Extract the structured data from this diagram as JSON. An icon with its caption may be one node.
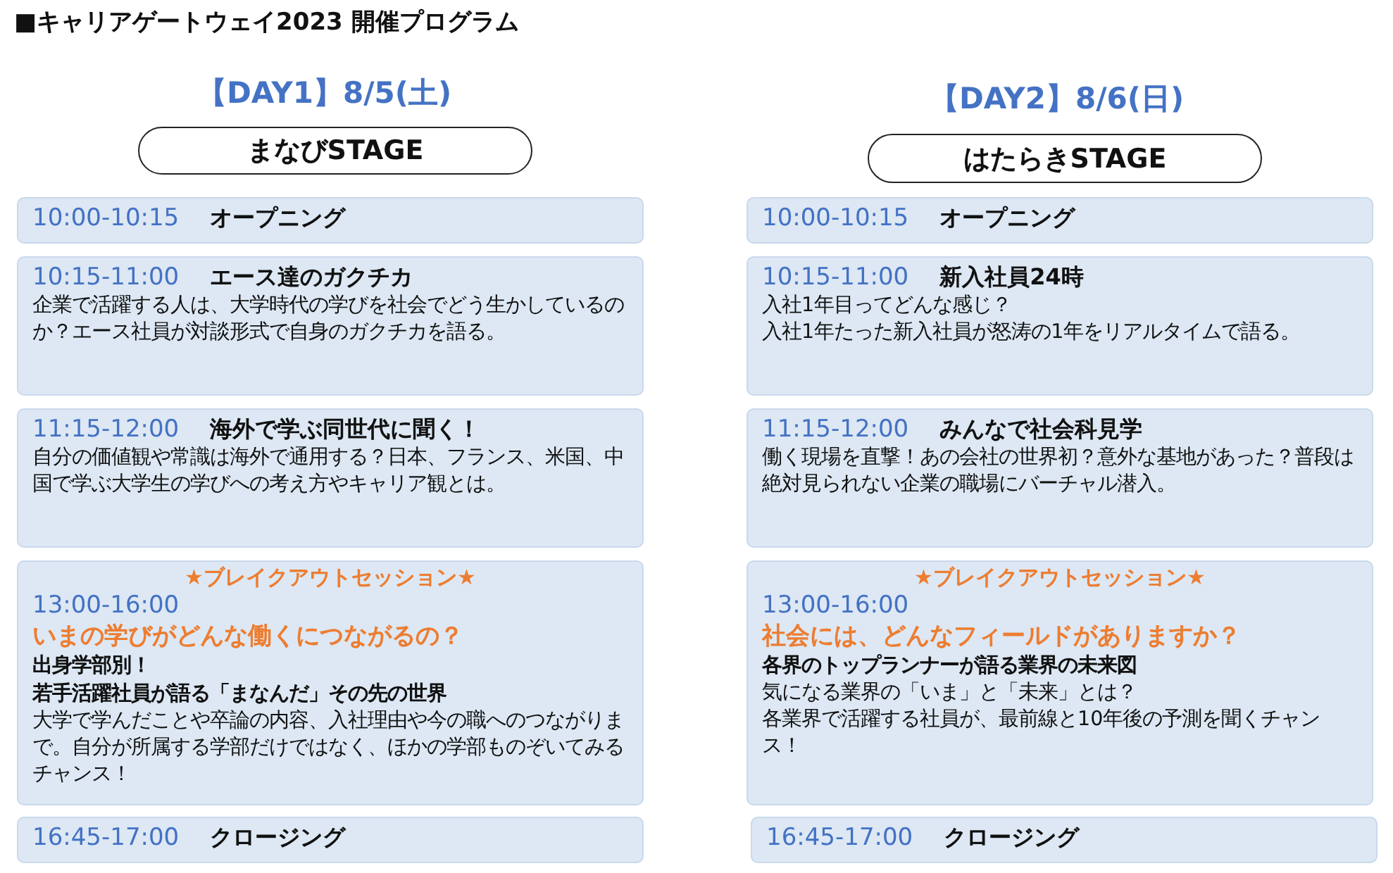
{
  "diagram": {
    "title": "■キャリアゲートウェイ2023 開催プログラム",
    "nodes": [
      {
        "text": [
          "まなびSTAGE"
        ]
      },
      {
        "text": [
          "10:00-10:15",
          "オープニング"
        ]
      },
      {
        "text": [
          "10:15-11:00",
          "エース達のガクチカ",
          "企業で活躍する人は、大学時代の学びを社会でどう生かしているのか？エース社員が対談形式で自身のガクチカを語る。"
        ]
      },
      {
        "text": [
          "11:15-12:00",
          "海外で学ぶ同世代に聞く！",
          "自分の価値観や常識は海外で通用する？日本、フランス、米国、中国で学ぶ大学生の学びへの考え方やキャリア観とは。"
        ]
      },
      {
        "text": [
          "★ブレイクアウトセッション★",
          "13:00-16:00",
          "いまの学びがどんな働くにつながるの？",
          "出身学部別！",
          "若手活躍社員が語る「まなんだ」その先の世界",
          "大学で学んだことや卒論の内容、入社理由や今の職へのつながりまで。自分が所属する学部だけではなく、ほかの学部ものぞいてみるチャンス！"
        ]
      },
      {
        "text": [
          "16:45-17:00",
          "クロージング"
        ]
      },
      {
        "text": [
          "はたらきSTAGE"
        ]
      },
      {
        "text": [
          "10:00-10:15",
          "オープニング"
        ]
      },
      {
        "text": [
          "10:15-11:00",
          "新入社員24時",
          "入社1年目ってどんな感じ？",
          "入社1年たった新入社員が怒涛の1年をリアルタイムで語る。"
        ]
      },
      {
        "text": [
          "11:15-12:00",
          "みんなで社会科見学",
          "働く現場を直撃！あの会社の世界初？意外な基地があった？普段は絶対見られない企業の職場にバーチャル潜入。"
        ]
      },
      {
        "text": [
          "★ブレイクアウトセッション★",
          "13:00-16:00",
          "社会には、どんなフィールドがありますか？",
          "各界のトップランナーが語る業界の未来図",
          "気になる業界の「いま」と「未来」とは？",
          "各業界で活躍する社員が、最前線と10年後の予測を聞くチャンス！"
        ]
      },
      {
        "text": [
          "16:45-17:00",
          "クロージング"
        ]
      }
    ],
    "labels": [
      "【DAY1】8/5(土)",
      "【DAY2】8/6(日)"
    ]
  }
}
